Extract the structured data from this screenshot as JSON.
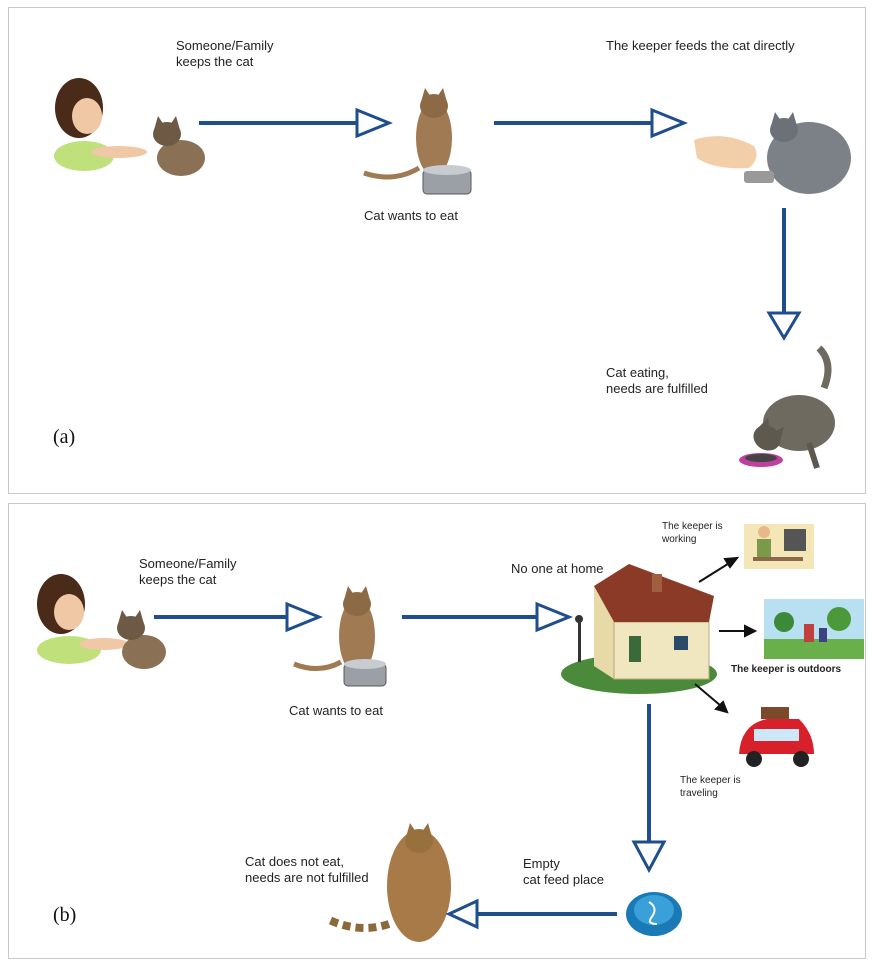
{
  "panel_a": {
    "tag": "(a)",
    "keeper_label": "Someone/Family\nkeeps the cat",
    "cat_wants_label": "Cat wants to eat",
    "feeds_label": "The keeper feeds the cat directly",
    "eating_label": "Cat eating,\nneeds are fulfilled"
  },
  "panel_b": {
    "tag": "(b)",
    "keeper_label": "Someone/Family\nkeeps the cat",
    "cat_wants_label": "Cat wants to eat",
    "no_one_label": "No one at home",
    "working_label": "The keeper is\nworking",
    "outdoors_label": "The keeper is outdoors",
    "traveling_label": "The keeper is\ntraveling",
    "empty_label": "Empty\ncat feed place",
    "not_eat_label": "Cat does not eat,\nneeds are not fulfilled"
  },
  "colors": {
    "arrow": "#1f4e8c",
    "frame": "#c9c9c9"
  },
  "icons": [
    "child-with-cat-icon",
    "hungry-cat-icon",
    "hand-feeding-cat-icon",
    "cat-eating-icon",
    "house-icon",
    "keeper-working-icon",
    "park-icon",
    "car-icon",
    "empty-bowl-icon",
    "sitting-cat-icon"
  ]
}
